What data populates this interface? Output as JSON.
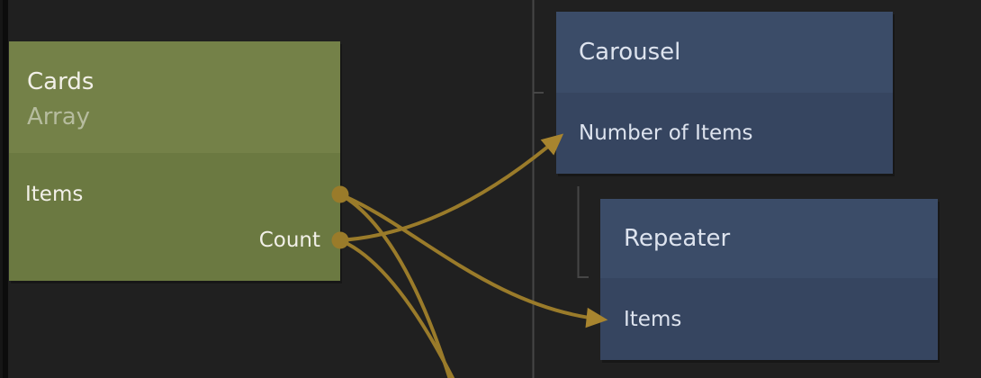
{
  "canvas": {
    "type": "node-graph-editor",
    "background_color": "#202020",
    "left_edge_color": "#0c0c0c",
    "hierarchy_line_color": "#464646"
  },
  "connection_style": {
    "wire_color": "#9a7b2a",
    "arrowhead_color": "#a8852f",
    "port_dot_color": "#9a7b2a"
  },
  "nodes": {
    "cards": {
      "title": "Cards",
      "subtitle": "Array",
      "header_color": "#748148",
      "body_color": "#6b7941",
      "ports": [
        {
          "label": "Items",
          "direction": "output"
        },
        {
          "label": "Count",
          "direction": "output"
        }
      ]
    },
    "carousel": {
      "title": "Carousel",
      "header_color": "#3b4c68",
      "body_color": "#364560",
      "ports": [
        {
          "label": "Number of Items",
          "direction": "input"
        }
      ]
    },
    "repeater": {
      "title": "Repeater",
      "header_color": "#3b4c68",
      "body_color": "#364560",
      "ports": [
        {
          "label": "Items",
          "direction": "input"
        }
      ]
    }
  },
  "connections": [
    {
      "from": "Cards.Count",
      "to": "Carousel.Number of Items"
    },
    {
      "from": "Cards.Items",
      "to": "Repeater.Items"
    },
    {
      "from": "Cards.Items",
      "to": "offscreen-below"
    },
    {
      "from": "Cards.Count",
      "to": "offscreen-below"
    }
  ]
}
